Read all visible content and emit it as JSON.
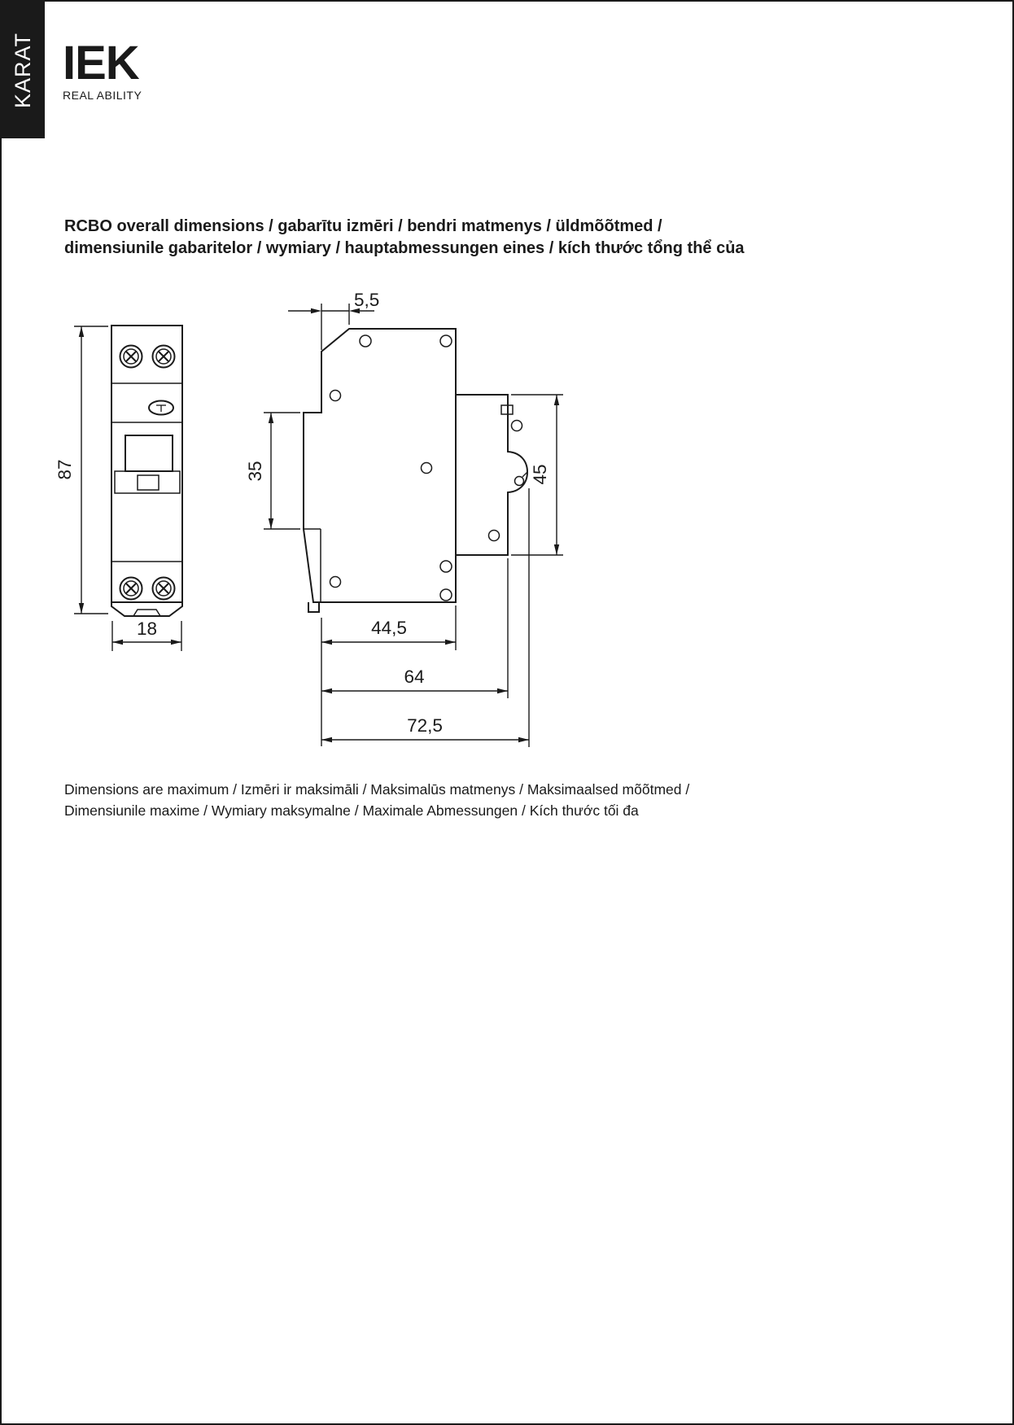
{
  "header": {
    "vertical_brand": "KARAT",
    "logo": "IEK",
    "tagline": "REAL ABILITY"
  },
  "title": {
    "line1": "RCBO overall dimensions / gabarītu izmēri / bendri matmenys / üldmõõtmed /",
    "line2": "dimensiunile gabaritelor / wymiary / hauptabmessungen eines / kích thước tổng thể của"
  },
  "drawing": {
    "front_view": {
      "height_mm": "87",
      "width_mm": "18"
    },
    "side_view": {
      "top_depth_mm": "5,5",
      "front_section_mm": "35",
      "back_section_mm": "45",
      "body_depth_mm": "44,5",
      "with_din_mm": "64",
      "overall_depth_mm": "72,5"
    }
  },
  "footer": {
    "line1": "Dimensions are maximum / Izmēri ir maksimāli / Maksimalūs matmenys / Maksimaalsed mõõtmed /",
    "line2": "Dimensiunile maxime / Wymiary maksymalne / Maximale Abmessungen / Kích thước tối đa"
  },
  "colors": {
    "ink": "#1a1a1a",
    "paper": "#ffffff"
  }
}
